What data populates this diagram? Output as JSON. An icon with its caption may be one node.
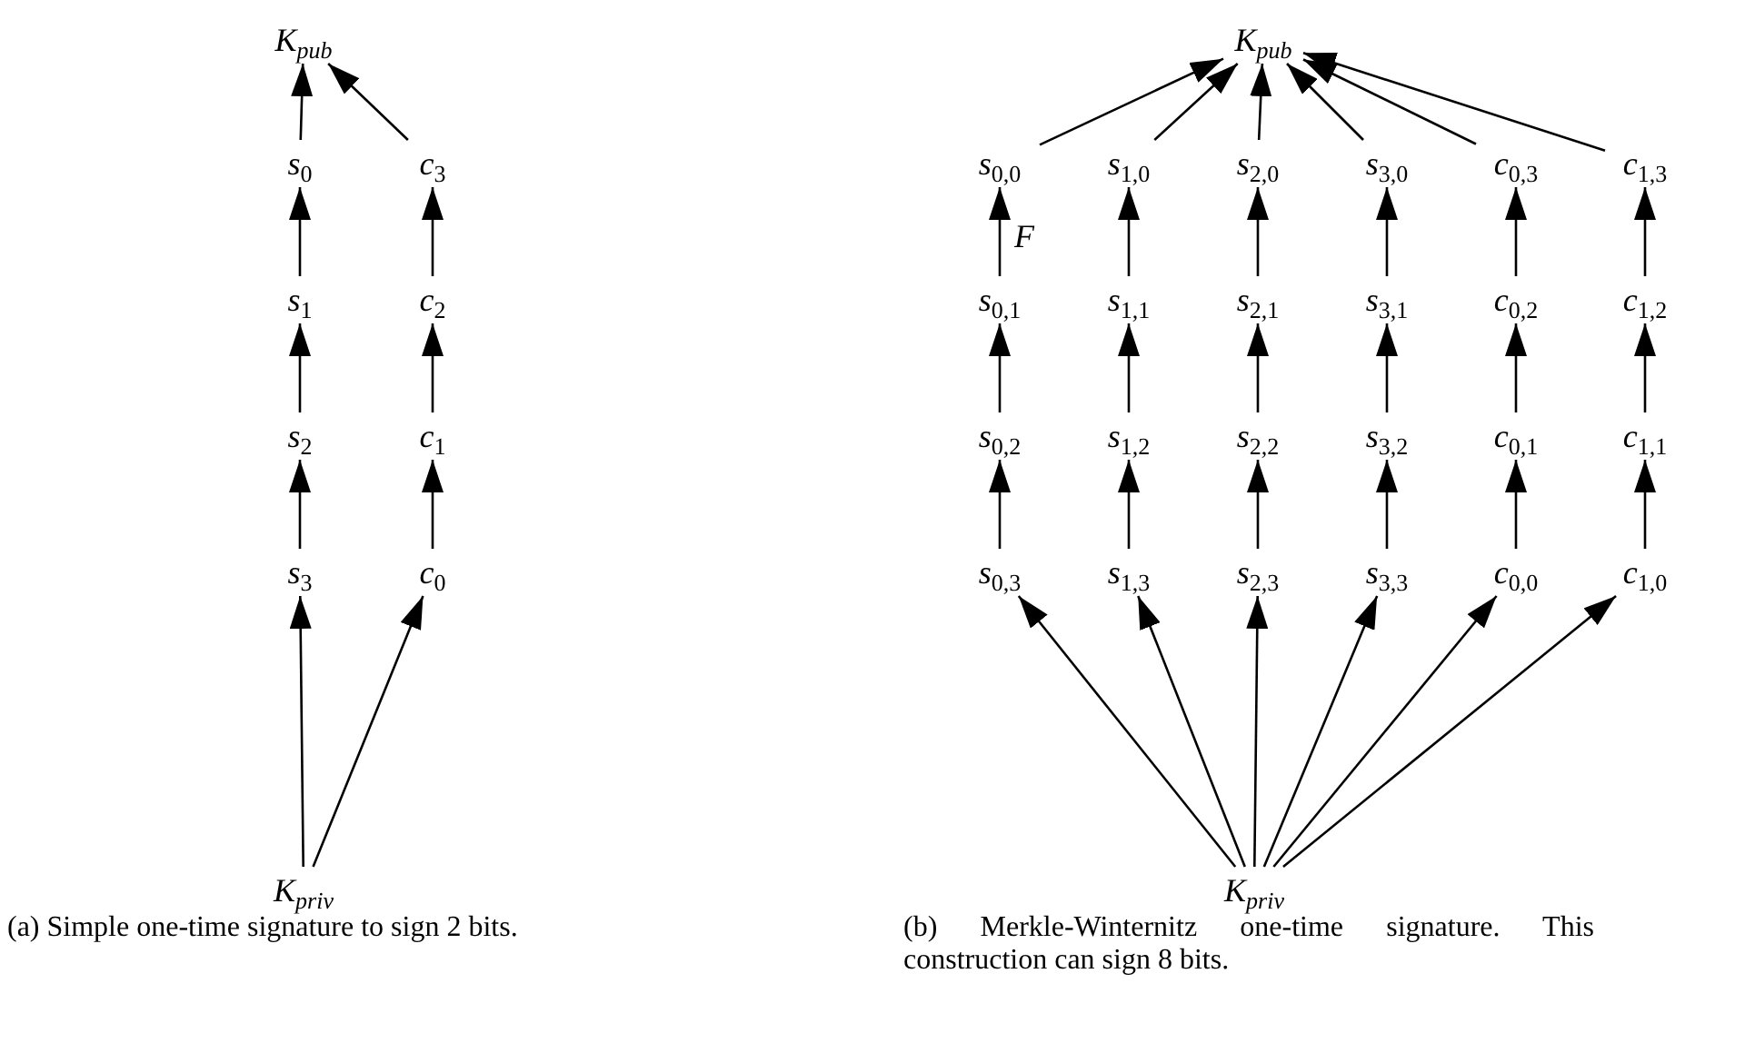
{
  "diagram": {
    "nodes": [
      {
        "text": [
          "K$_{pub}$"
        ]
      },
      {
        "text": [
          "*s*$_{0}$"
        ]
      },
      {
        "text": [
          "*c*$_{3}$"
        ]
      },
      {
        "text": [
          "*s*$_{1}$"
        ]
      },
      {
        "text": [
          "*c*$_{2}$"
        ]
      },
      {
        "text": [
          "*s*$_{2}$"
        ]
      },
      {
        "text": [
          "*c*$_{1}$"
        ]
      },
      {
        "text": [
          "*s*$_{3}$"
        ]
      },
      {
        "text": [
          "*c*$_{0}$"
        ]
      },
      {
        "text": [
          "K$_{priv}$"
        ]
      },
      {
        "text": [
          "K$_{pub}$"
        ]
      },
      {
        "text": [
          "*s*$_{0,0}$"
        ]
      },
      {
        "text": [
          "*s*$_{1,0}$"
        ]
      },
      {
        "text": [
          "*s*$_{2,0}$"
        ]
      },
      {
        "text": [
          "*s*$_{3,0}$"
        ]
      },
      {
        "text": [
          "*c*$_{0,3}$"
        ]
      },
      {
        "text": [
          "*c*$_{1,3}$"
        ]
      },
      {
        "text": [
          "*s*$_{0,1}$"
        ]
      },
      {
        "text": [
          "*s*$_{1,1}$"
        ]
      },
      {
        "text": [
          "*s*$_{2,1}$"
        ]
      },
      {
        "text": [
          "*s*$_{3,1}$"
        ]
      },
      {
        "text": [
          "*c*$_{0,2}$"
        ]
      },
      {
        "text": [
          "*c*$_{1,2}$"
        ]
      },
      {
        "text": [
          "*s*$_{0,2}$"
        ]
      },
      {
        "text": [
          "*s*$_{1,2}$"
        ]
      },
      {
        "text": [
          "*s*$_{2,2}$"
        ]
      },
      {
        "text": [
          "*s*$_{3,2}$"
        ]
      },
      {
        "text": [
          "*c*$_{0,1}$"
        ]
      },
      {
        "text": [
          "*c*$_{1,1}$"
        ]
      },
      {
        "text": [
          "*s*$_{0,3}$"
        ]
      },
      {
        "text": [
          "*s*$_{1,3}$"
        ]
      },
      {
        "text": [
          "*s*$_{2,3}$"
        ]
      },
      {
        "text": [
          "*s*$_{3,3}$"
        ]
      },
      {
        "text": [
          "*c*$_{0,0}$"
        ]
      },
      {
        "text": [
          "*c*$_{1,0}$"
        ]
      },
      {
        "text": [
          "K$_{priv}$"
        ]
      }
    ],
    "edges": [
      {
        "from": 1,
        "to": 0,
        "arrow": "to"
      },
      {
        "from": 2,
        "to": 0,
        "arrow": "to"
      },
      {
        "from": 3,
        "to": 1,
        "arrow": "to"
      },
      {
        "from": 4,
        "to": 2,
        "arrow": "to"
      },
      {
        "from": 5,
        "to": 3,
        "arrow": "to"
      },
      {
        "from": 6,
        "to": 4,
        "arrow": "to"
      },
      {
        "from": 7,
        "to": 5,
        "arrow": "to"
      },
      {
        "from": 8,
        "to": 6,
        "arrow": "to"
      },
      {
        "from": 9,
        "to": 7,
        "arrow": "to"
      },
      {
        "from": 9,
        "to": 8,
        "arrow": "to"
      },
      {
        "from": 11,
        "to": 10,
        "arrow": "to"
      },
      {
        "from": 12,
        "to": 10,
        "arrow": "to"
      },
      {
        "from": 13,
        "to": 10,
        "arrow": "to"
      },
      {
        "from": 14,
        "to": 10,
        "arrow": "to"
      },
      {
        "from": 15,
        "to": 10,
        "arrow": "to"
      },
      {
        "from": 16,
        "to": 10,
        "arrow": "to"
      },
      {
        "from": 17,
        "to": 11,
        "arrow": "to",
        "label": "F"
      },
      {
        "from": 18,
        "to": 12,
        "arrow": "to"
      },
      {
        "from": 19,
        "to": 13,
        "arrow": "to"
      },
      {
        "from": 20,
        "to": 14,
        "arrow": "to"
      },
      {
        "from": 21,
        "to": 15,
        "arrow": "to"
      },
      {
        "from": 22,
        "to": 16,
        "arrow": "to"
      },
      {
        "from": 23,
        "to": 17,
        "arrow": "to"
      },
      {
        "from": 24,
        "to": 18,
        "arrow": "to"
      },
      {
        "from": 25,
        "to": 19,
        "arrow": "to"
      },
      {
        "from": 26,
        "to": 20,
        "arrow": "to"
      },
      {
        "from": 27,
        "to": 21,
        "arrow": "to"
      },
      {
        "from": 28,
        "to": 22,
        "arrow": "to"
      },
      {
        "from": 29,
        "to": 23,
        "arrow": "to"
      },
      {
        "from": 30,
        "to": 24,
        "arrow": "to"
      },
      {
        "from": 31,
        "to": 25,
        "arrow": "to"
      },
      {
        "from": 32,
        "to": 26,
        "arrow": "to"
      },
      {
        "from": 33,
        "to": 27,
        "arrow": "to"
      },
      {
        "from": 34,
        "to": 28,
        "arrow": "to"
      },
      {
        "from": 35,
        "to": 29,
        "arrow": "to"
      },
      {
        "from": 35,
        "to": 30,
        "arrow": "to"
      },
      {
        "from": 35,
        "to": 31,
        "arrow": "to"
      },
      {
        "from": 35,
        "to": 32,
        "arrow": "to"
      },
      {
        "from": 35,
        "to": 33,
        "arrow": "to"
      },
      {
        "from": 35,
        "to": 34,
        "arrow": "to"
      }
    ],
    "labels": [
      "(a) Simple one-time signature to sign 2 bits.",
      "(b) Merkle-Winternitz one-time signature. This construction can sign 8 bits."
    ]
  }
}
